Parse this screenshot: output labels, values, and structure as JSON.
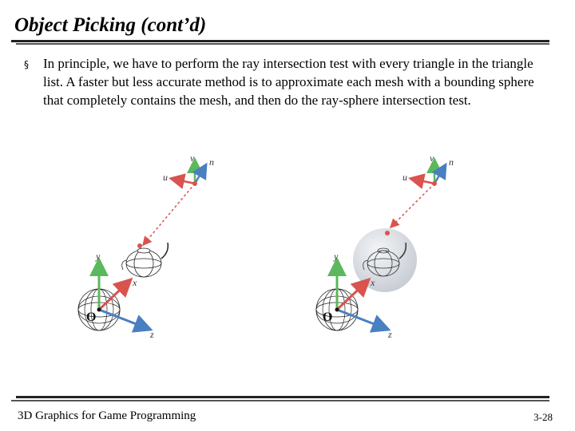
{
  "slide": {
    "title": "Object Picking (cont’d)",
    "bullet_text": "In principle, we have to perform the ray intersection test with every triangle in the triangle list. A faster but less accurate method is to approximate each mesh with a bounding sphere that completely contains the mesh, and then do the ray-sphere intersection test.",
    "bullet_marker": "§"
  },
  "figure": {
    "left_panel": {
      "camera_axes": {
        "u": "u",
        "v": "v",
        "n": "n"
      },
      "world_axes": {
        "x": "x",
        "y": "y",
        "z": "z",
        "origin": "O"
      }
    },
    "right_panel": {
      "camera_axes": {
        "u": "u",
        "v": "v",
        "n": "n"
      },
      "world_axes": {
        "x": "x",
        "y": "y",
        "z": "z",
        "origin": "O"
      }
    },
    "colors": {
      "axis_u": "#d9534f",
      "axis_v": "#5cb85c",
      "axis_n": "#4a7fc1",
      "ray": "#d9534f",
      "sphere": "#d8dde3"
    }
  },
  "footer": {
    "course": "3D Graphics for Game Programming",
    "page": "3-28"
  }
}
